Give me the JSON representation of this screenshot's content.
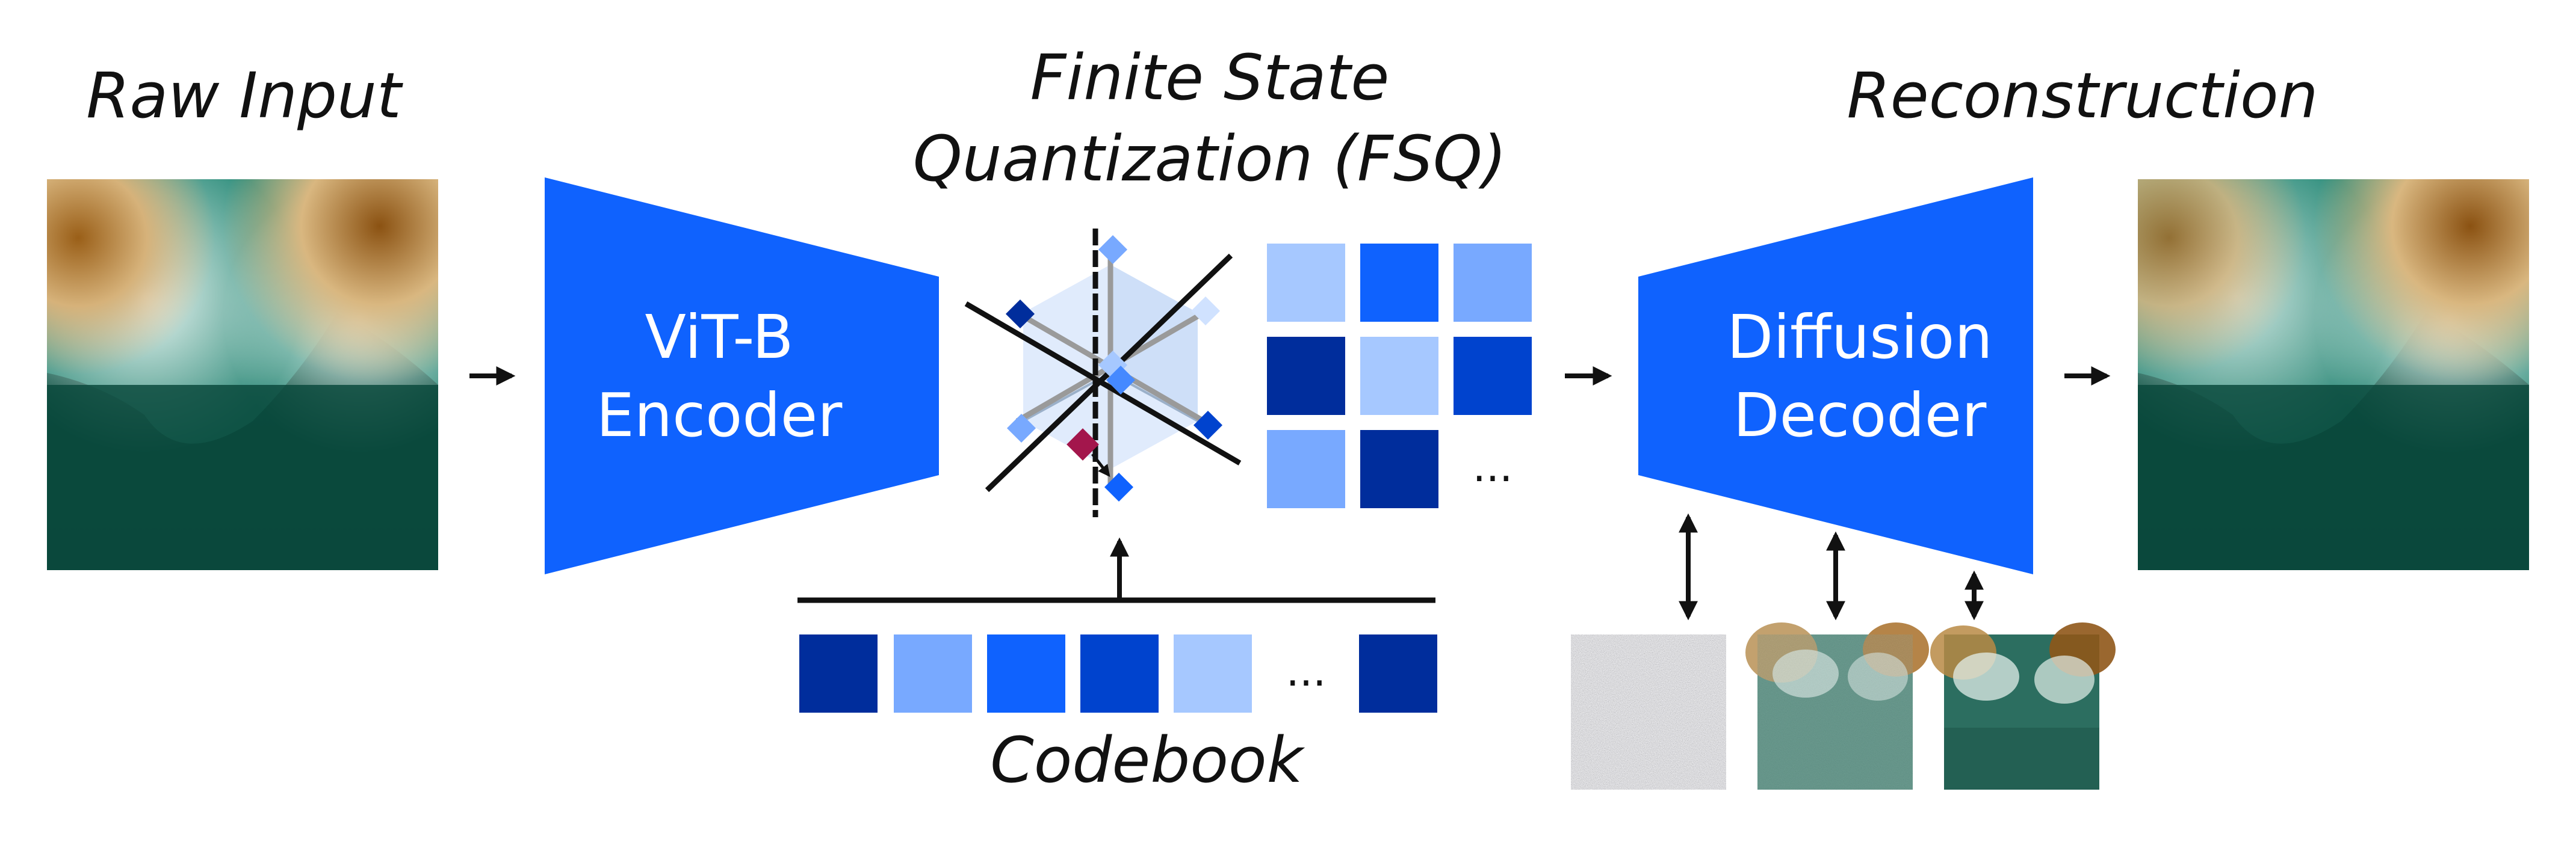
{
  "labels": {
    "raw_input": "Raw Input",
    "fsq_line1": "Finite State",
    "fsq_line2": "Quantization (FSQ)",
    "reconstruction": "Reconstruction",
    "codebook": "Codebook"
  },
  "encoder": {
    "line1": "ViT-B",
    "line2": "Encoder"
  },
  "decoder": {
    "line1": "Diffusion",
    "line2": "Decoder"
  },
  "ellipsis": "...",
  "colors": {
    "accent_blue": "#0f62fe",
    "blue_dark": "#002d9c",
    "blue_mid": "#0043ce",
    "blue_light": "#a6c8ff",
    "blue_soft": "#78a9ff",
    "terrain_green": "#0b4a3d",
    "terrain_teal": "#2d8a78",
    "terrain_brown": "#b0782a",
    "highlight_point": "#a3164c"
  },
  "quantized_grid": [
    [
      "blue_light",
      "accent_blue",
      "blue_soft"
    ],
    [
      "blue_dark",
      "blue_light",
      "blue_mid"
    ],
    [
      "blue_soft",
      "blue_dark",
      "ellipsis"
    ]
  ],
  "codebook_entries": [
    "blue_dark",
    "blue_soft",
    "accent_blue",
    "blue_mid",
    "blue_light",
    "ellipsis",
    "blue_dark"
  ]
}
